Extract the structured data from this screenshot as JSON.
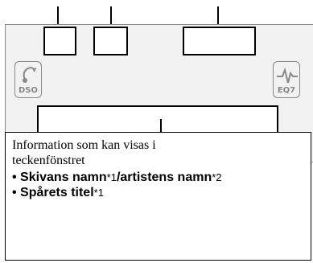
{
  "panel": {
    "left_icon": {
      "name": "dso-icon",
      "label": "DSO"
    },
    "right_icon": {
      "name": "eq7-icon",
      "label": "EQ7"
    }
  },
  "info": {
    "intro": "Information som kan visas i teckenfönstret",
    "items": [
      {
        "text": "Skivans namn",
        "mark1": "*1",
        "sep": "/artistens namn",
        "mark2": "*2"
      },
      {
        "text": "Spårets titel",
        "mark1": "*1"
      }
    ]
  }
}
